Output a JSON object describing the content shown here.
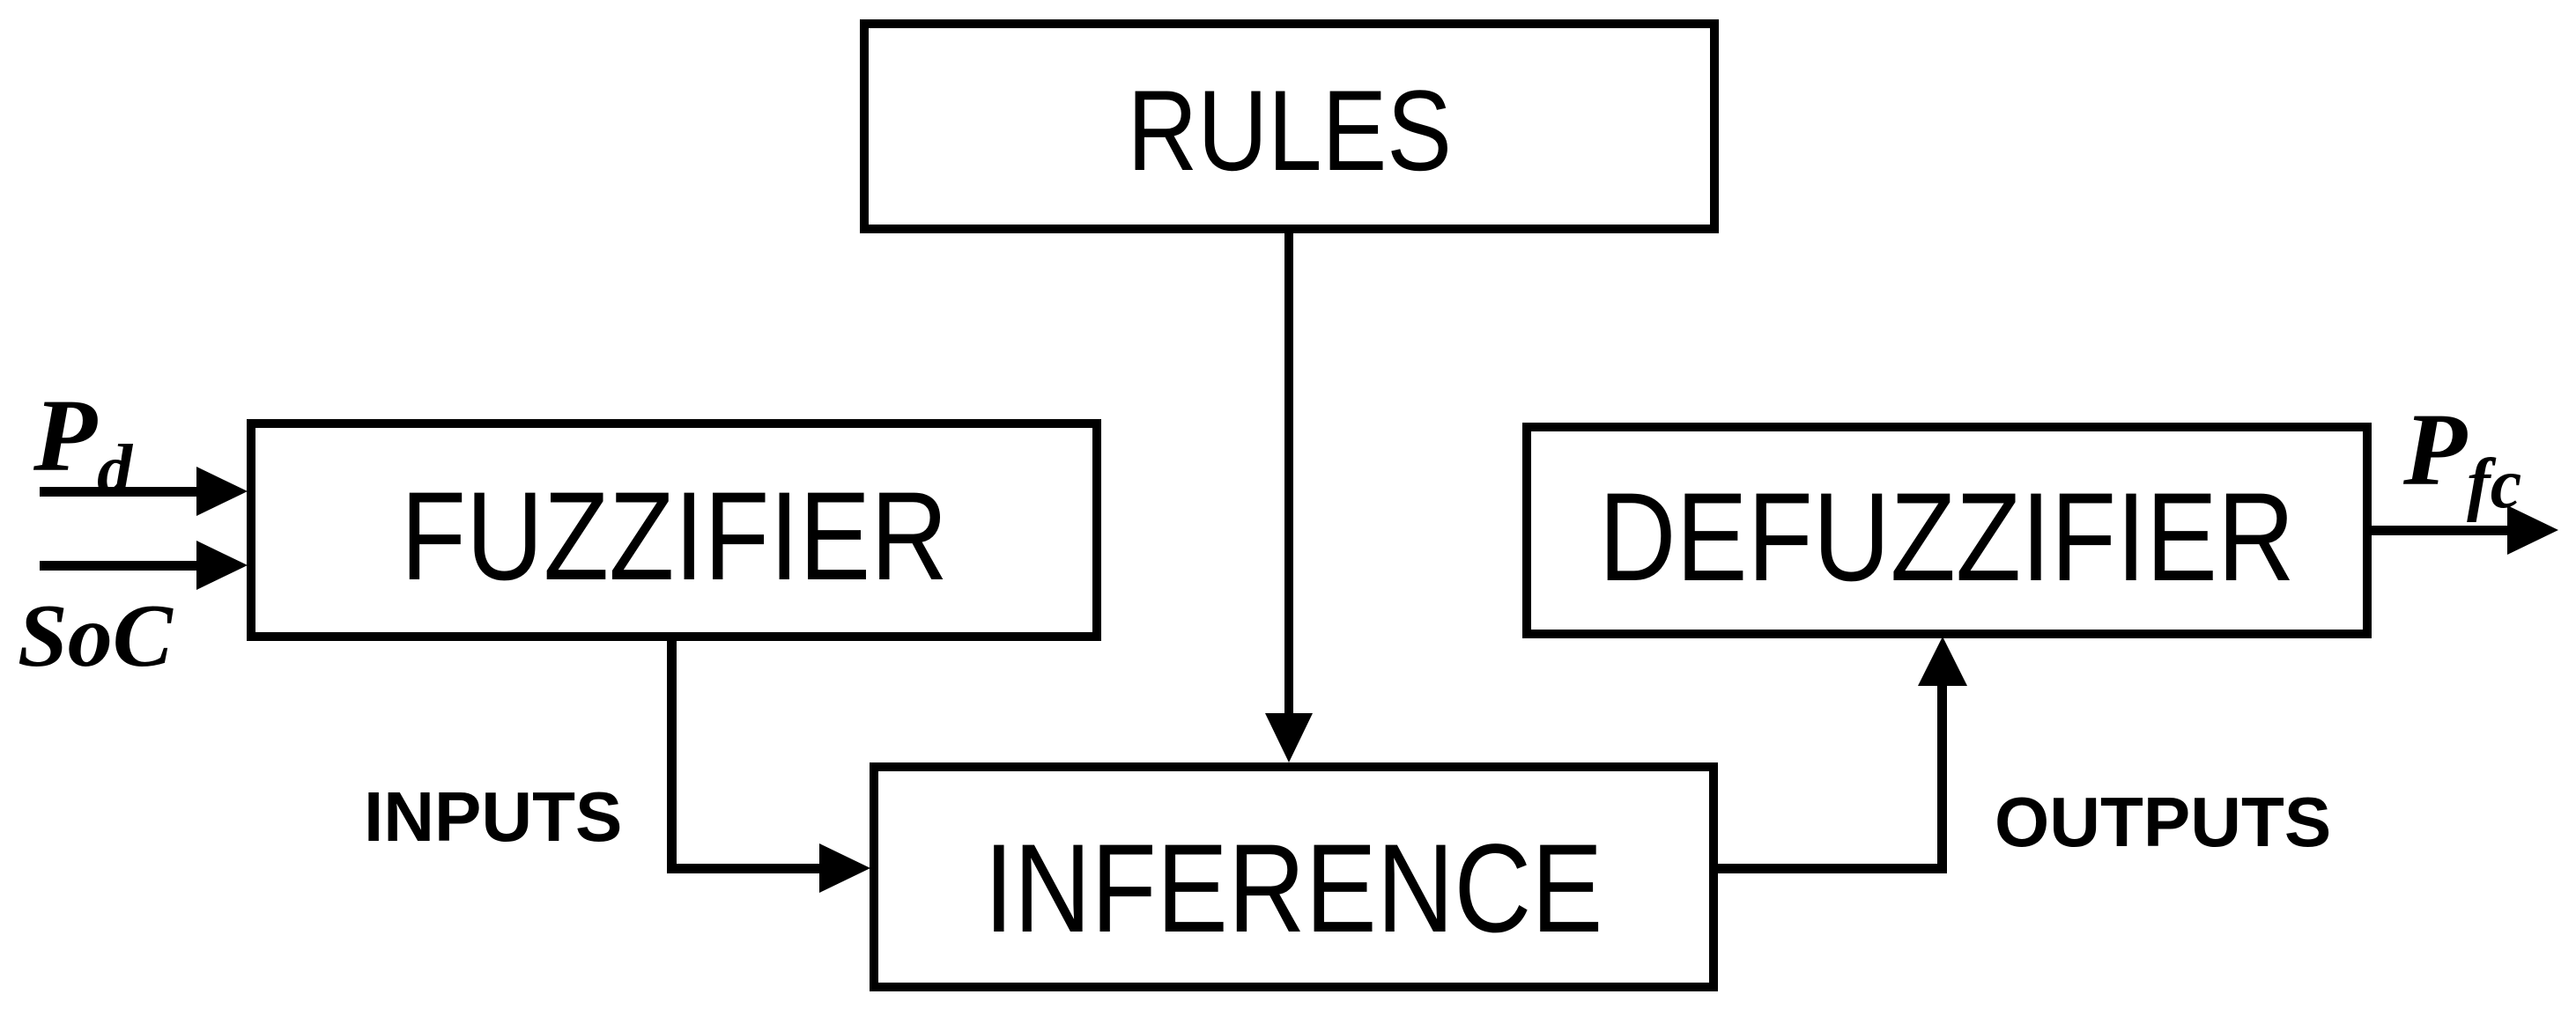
{
  "diagram": {
    "colors": {
      "background": "#ffffff",
      "ink": "#000000"
    },
    "boxes": {
      "rules": "RULES",
      "fuzzifier": "FUZZIFIER",
      "inference": "INFERENCE",
      "defuzzifier": "DEFUZZIFIER"
    },
    "signals": {
      "input1_base": "P",
      "input1_sub": "d",
      "input2": "SoC",
      "output_base": "P",
      "output_sub": "fc"
    },
    "flow_labels": {
      "inputs": "INPUTS",
      "outputs": "OUTPUTS"
    }
  }
}
